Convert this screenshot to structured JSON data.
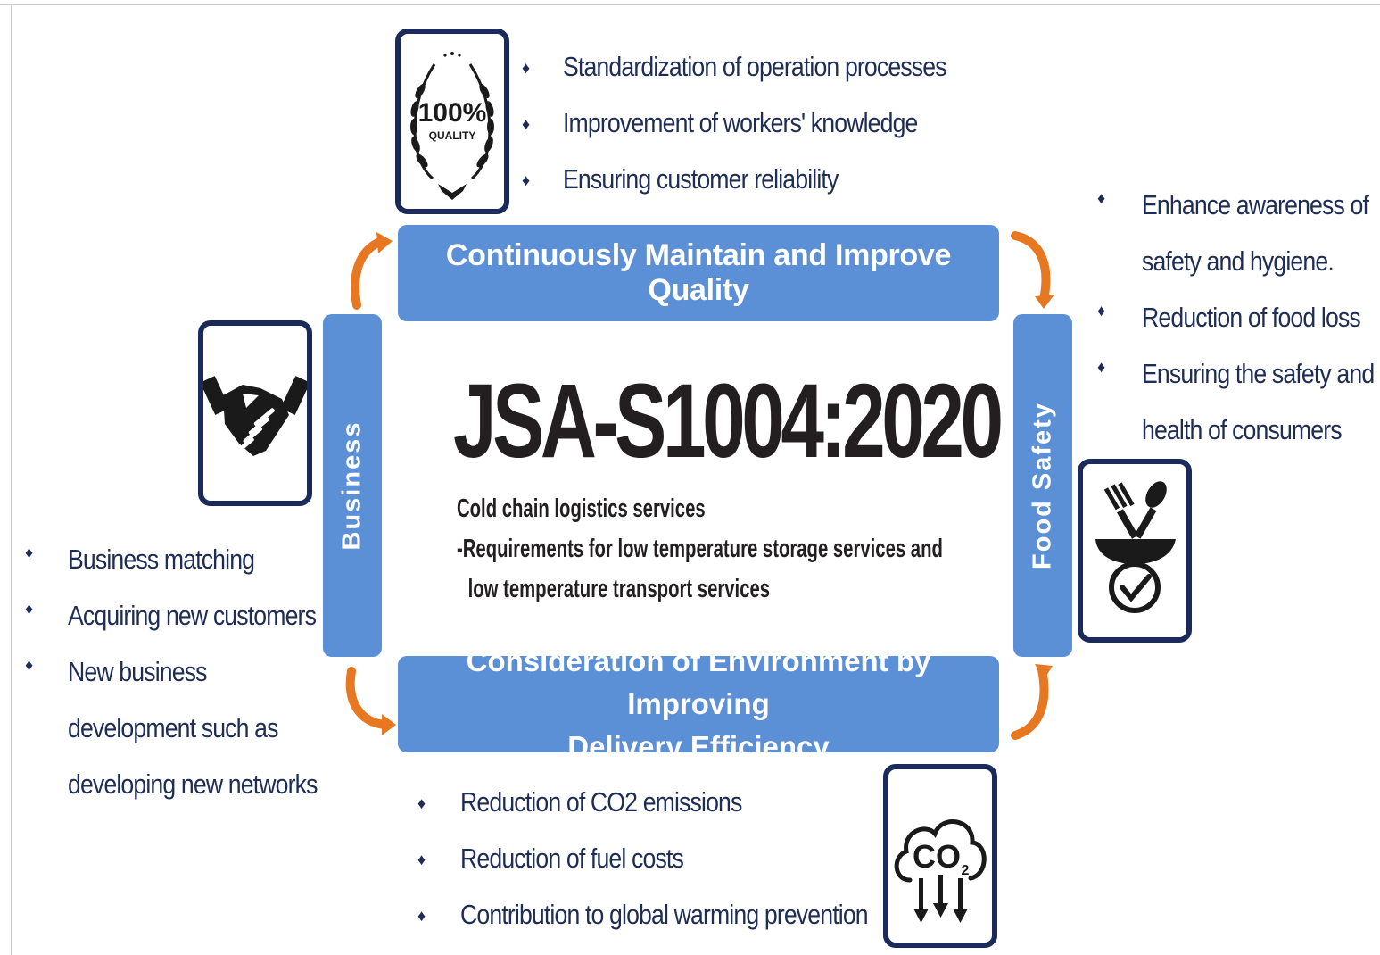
{
  "diagram": {
    "title": "JSA-S1004:2020",
    "subtitle_line1": "Cold chain logistics services",
    "subtitle_line2": "-Requirements for low temperature storage services and",
    "subtitle_line3": "low temperature transport services"
  },
  "bars": {
    "top": "Continuously Maintain and Improve Quality",
    "bottom_line1": "Consideration of Environment by Improving",
    "bottom_line2": "Delivery Efficiency",
    "left": "Business",
    "right": "Food Safety"
  },
  "quality": {
    "icon": "quality-laurel-icon",
    "badge_top": "100%",
    "badge_bottom": "QUALITY",
    "items": [
      "Standardization of operation processes",
      "Improvement of workers' knowledge",
      "Ensuring customer reliability"
    ]
  },
  "food_safety": {
    "icon": "food-safety-check-icon",
    "items": [
      [
        "Enhance awareness of",
        "safety and hygiene."
      ],
      [
        "Reduction of food loss"
      ],
      [
        "Ensuring the safety and",
        "health of consumers"
      ]
    ]
  },
  "business": {
    "icon": "handshake-icon",
    "items": [
      [
        "Business matching"
      ],
      [
        "Acquiring new customers"
      ],
      [
        "New business",
        "development such as",
        "developing new networks"
      ]
    ]
  },
  "environment": {
    "icon": "co2-cloud-icon",
    "co2_label": "CO",
    "co2_sub": "2",
    "items": [
      "Reduction of CO2 emissions",
      "Reduction of fuel costs",
      "Contribution to global warming prevention"
    ]
  },
  "colors": {
    "bar": "#5b8fd6",
    "arrow": "#e87722",
    "icon_border": "#1a2a5a",
    "text": "#1e2d55",
    "title": "#231f20"
  },
  "bullet_glyph": "♦"
}
